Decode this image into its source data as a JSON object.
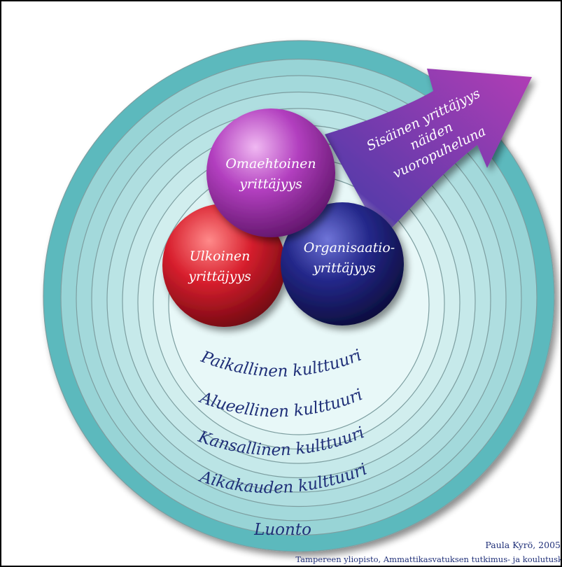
{
  "diagram": {
    "spheres": {
      "top": {
        "line1": "Omaehtoinen",
        "line2": "yrittäjyys",
        "color": "#a33ab0"
      },
      "left": {
        "line1": "Ulkoinen",
        "line2": "yrittäjyys",
        "color": "#d11a2a"
      },
      "right": {
        "line1": "Organisaatio-",
        "line2": "yrittäjyys",
        "color": "#1c1f78"
      }
    },
    "arrow": {
      "line1": "Sisäinen yrittäjyys",
      "line2": "näiden",
      "line3": "vuoropuheluna",
      "color_start": "#4a2fa0",
      "color_end": "#b13bb4"
    },
    "rings": {
      "paikallinen": "Paikallinen kulttuuri",
      "alueellinen": "Alueellinen kulttuuri",
      "kansallinen": "Kansallinen kulttuuri",
      "aikakauden": "Aikakauden kulttuuri",
      "luonto": "Luonto",
      "outer_color": "#5bb9bd",
      "inner_color": "#e8f8f8"
    },
    "credit": {
      "author": "Paula Kyrö, 2005",
      "institution": "Tampereen yliopisto, Ammattikasvatuksen tutkimus- ja koulutuskeskus"
    }
  }
}
